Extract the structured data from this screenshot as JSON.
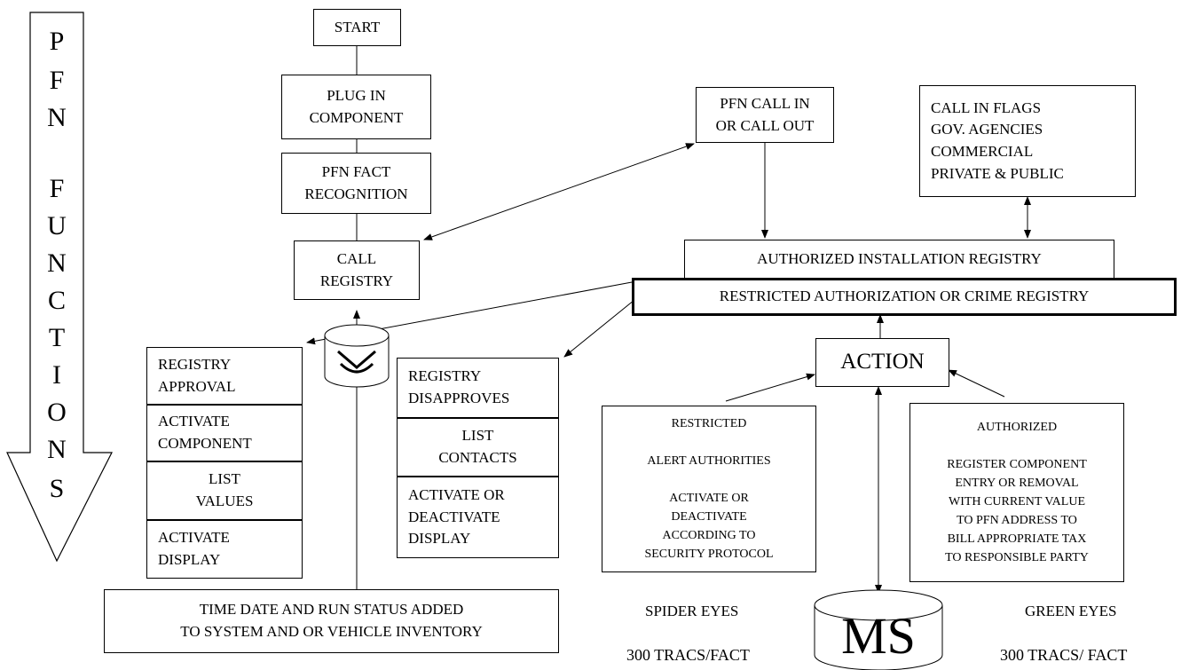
{
  "side_banner": {
    "letters": [
      "P",
      "F",
      "N",
      "F",
      "U",
      "N",
      "C",
      "T",
      "I",
      "O",
      "N",
      "S"
    ]
  },
  "start": {
    "label": "START"
  },
  "plug_in": {
    "lines": [
      "PLUG IN",
      "COMPONENT"
    ]
  },
  "fact_recognition": {
    "lines": [
      "PFN FACT",
      "RECOGNITION"
    ]
  },
  "call_registry": {
    "lines": [
      "CALL",
      "REGISTRY"
    ]
  },
  "call_in_out": {
    "lines": [
      "PFN CALL IN",
      "OR CALL OUT"
    ]
  },
  "call_in_flags": {
    "lines": [
      "CALL IN FLAGS",
      "GOV. AGENCIES",
      "COMMERCIAL",
      "PRIVATE & PUBLIC"
    ]
  },
  "authorized_installation_registry": {
    "label": "AUTHORIZED INSTALLATION REGISTRY"
  },
  "restricted_registry": {
    "label": "RESTRICTED AUTHORIZATION OR CRIME  REGISTRY"
  },
  "action": {
    "label": "ACTION"
  },
  "approval_stack": [
    {
      "lines": [
        "REGISTRY",
        "APPROVAL"
      ]
    },
    {
      "lines": [
        "ACTIVATE",
        "COMPONENT"
      ]
    },
    {
      "lines": [
        "LIST",
        "VALUES"
      ]
    },
    {
      "lines": [
        "ACTIVATE",
        "DISPLAY"
      ]
    }
  ],
  "disapproval_stack": [
    {
      "lines": [
        "REGISTRY",
        "DISAPPROVES"
      ]
    },
    {
      "lines": [
        "LIST",
        "CONTACTS"
      ]
    },
    {
      "lines": [
        "ACTIVATE OR",
        "DEACTIVATE",
        "DISPLAY"
      ]
    }
  ],
  "restricted_box": {
    "lines": [
      "RESTRICTED",
      "",
      "ALERT AUTHORITIES",
      "",
      "ACTIVATE OR",
      "DEACTIVATE",
      "ACCORDING TO",
      "SECURITY PROTOCOL"
    ]
  },
  "authorized_box": {
    "lines": [
      "AUTHORIZED",
      "",
      "REGISTER COMPONENT",
      "ENTRY OR REMOVAL",
      "WITH CURRENT VALUE",
      "TO  PFN ADDRESS TO",
      "BILL APPROPRIATE TAX",
      "TO RESPONSIBLE PARTY"
    ]
  },
  "time_date": {
    "lines": [
      "TIME DATE AND  RUN STATUS ADDED",
      "TO  SYSTEM AND OR VEHICLE  INVENTORY"
    ]
  },
  "spider_eyes": {
    "label": "SPIDER EYES",
    "tracs": "300 TRACS/FACT"
  },
  "green_eyes": {
    "label": "GREEN EYES",
    "tracs": "300 TRACS/ FACT"
  },
  "database_logo": {
    "label": "MS"
  }
}
